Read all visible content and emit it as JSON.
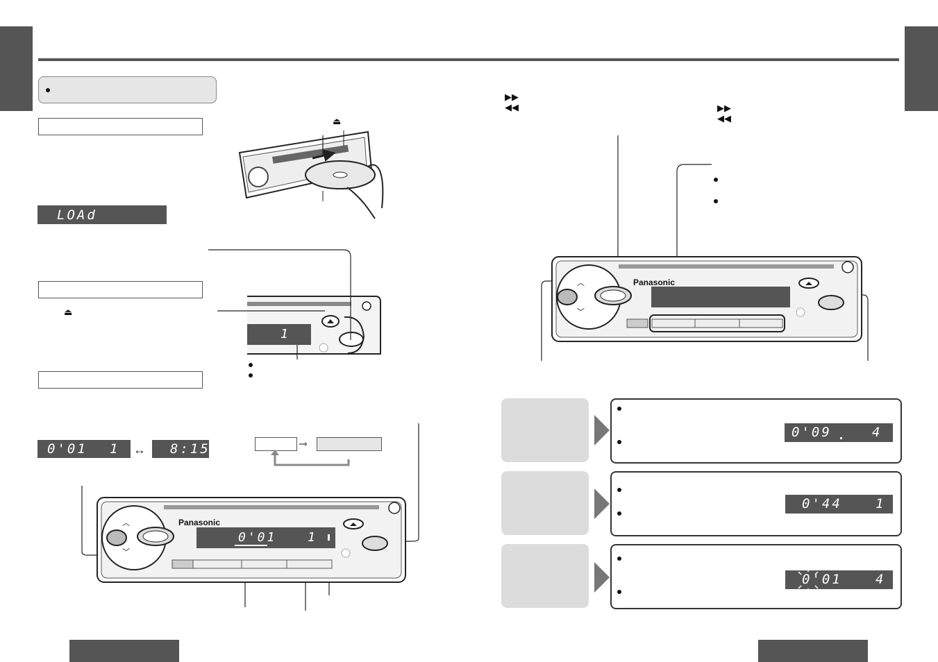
{
  "brand": "Panasonic",
  "lcd": {
    "load": "LOAd",
    "track_small": "1",
    "time_a": "0'01",
    "track_a": "1",
    "clock": "8:15",
    "main_time": "0'01",
    "main_track": "1",
    "ff_time": "0'09",
    "ff_track": "4",
    "rew_time": "0'44",
    "rew_track": "1",
    "scan_time": "0'01",
    "scan_track": "4"
  },
  "icons": {
    "eject": "eject-icon",
    "ff": "fast-forward-icon",
    "rew": "rewind-icon",
    "swap": "double-arrow-icon",
    "bullet": "bullet-icon"
  },
  "symbols": {
    "eject": "⏏",
    "ff": "▶▶",
    "rew": "◀◀",
    "up": "︿",
    "down": "﹀"
  },
  "colors": {
    "tab": "#555555",
    "lcd": "#555555",
    "mode_box": "#dcdcdc",
    "arrow": "#777777"
  }
}
